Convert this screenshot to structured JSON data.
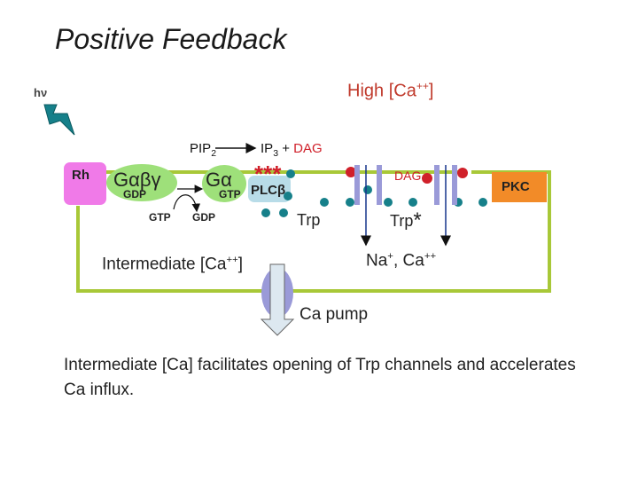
{
  "title": "Positive Feedback",
  "light_label": "hν",
  "high_ca": {
    "text": "High [Ca",
    "sup": "++",
    "close": "]"
  },
  "reaction": {
    "pip2": "PIP",
    "pip2_sub": "2",
    "ip3": "IP",
    "ip3_sub": "3",
    "plus": " + ",
    "dag": "DAG"
  },
  "rh_label": "Rh",
  "g_abg": "Gαβγ",
  "gdp_1": "GDP",
  "gtp_1": "GTP",
  "gdp_2": "GDP",
  "g_a": "Gα",
  "gtp_2": "GTP",
  "stars": "***",
  "plcb": "PLCβ",
  "dag_2": "DAG",
  "pkc_label": "PKC",
  "trp": "Trp",
  "trp_star": {
    "text": "Trp",
    "star": "*"
  },
  "intermediate_ca": {
    "text": "Intermediate [Ca",
    "sup": "++",
    "close": "]"
  },
  "na_ca": {
    "na": "Na",
    "na_sup": "+",
    "sep": ", Ca",
    "ca_sup": "++"
  },
  "ca_pump": "Ca pump",
  "caption": "Intermediate [Ca] facilitates opening of Trp channels and accelerates Ca influx.",
  "colors": {
    "membrane": "#a8c838",
    "rhodopsin": "#f07ae8",
    "g_protein": "#9ee07a",
    "plc": "#b8dce8",
    "pkc": "#f28b28",
    "channel": "#9a9ad8",
    "dots": "#16808a",
    "red_dots": "#d0202a",
    "pump_arrow": "#dde8f0"
  }
}
